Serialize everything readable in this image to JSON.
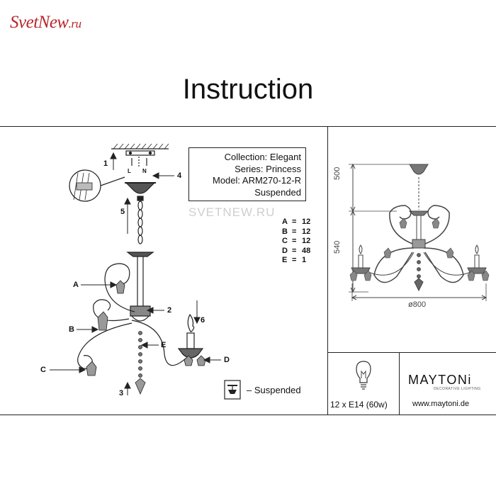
{
  "header": {
    "logo_main": "SvetNew",
    "logo_domain": ".ru",
    "title": "Instruction"
  },
  "product": {
    "collection": "Collection: Elegant",
    "series": "Series: Princess",
    "model": "Model: ARM270-12-R",
    "type": "Suspended"
  },
  "parts": [
    {
      "key": "A",
      "qty": "12"
    },
    {
      "key": "B",
      "qty": "12"
    },
    {
      "key": "C",
      "qty": "12"
    },
    {
      "key": "D",
      "qty": "48"
    },
    {
      "key": "E",
      "qty": "1"
    }
  ],
  "part_separator": "=",
  "callouts": {
    "step1": "1",
    "step2": "2",
    "step3": "3",
    "step4": "4",
    "step5": "5",
    "step6": "6",
    "a": "A",
    "b": "B",
    "c": "C",
    "d": "D",
    "e": "E",
    "wire_l": "L",
    "wire_n": "N"
  },
  "legend": {
    "suspended_label": "– Suspended",
    "suspended_icon": "ceiling-mount-icon"
  },
  "dimensions": {
    "top": "500",
    "body": "540",
    "diameter": "ø800"
  },
  "watermark": "SVETNEW.RU",
  "lamp": {
    "spec": "12 x E14 (60w)",
    "icon": "light-bulb-icon"
  },
  "brand": {
    "name": "MAYTONi",
    "tagline": "DECORATIVE LIGHTING",
    "website": "www.maytoni.de"
  },
  "colors": {
    "logo": "#b8252a",
    "lines": "#222222",
    "watermark": "#cfcfcf"
  }
}
